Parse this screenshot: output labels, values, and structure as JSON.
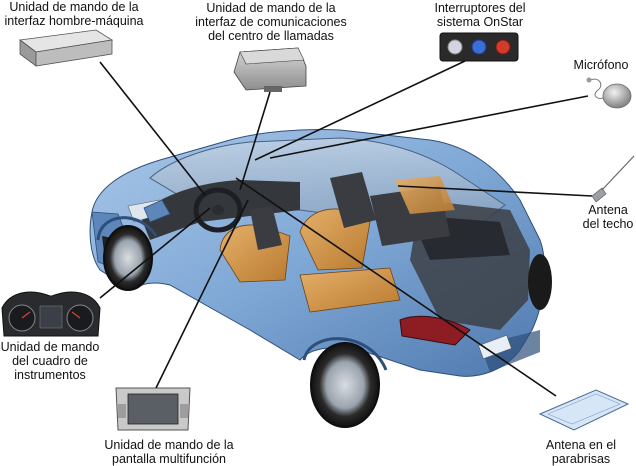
{
  "labels": {
    "hmi": [
      "Unidad de mando de la",
      "interfaz hombre-máquina"
    ],
    "call_center": [
      "Unidad de mando de la",
      "interfaz de comunicaciones",
      "del centro de llamadas"
    ],
    "onstar": [
      "Interruptores del",
      "sistema OnStar"
    ],
    "microphone": [
      "Micrófono"
    ],
    "roof_antenna": [
      "Antena",
      "del techo"
    ],
    "instrument_cluster": [
      "Unidad de mando",
      "del cuadro de",
      "instrumentos"
    ],
    "multifunction_display": [
      "Unidad de mando de la",
      "pantalla multifunción"
    ],
    "windshield_antenna": [
      "Antena en el",
      "parabrisas"
    ]
  },
  "colors": {
    "car_body": "#7fa8d6",
    "car_body_dark": "#4e78ad",
    "interior_seat": "#d69a4a",
    "leader_line": "#111111",
    "onstar_panel": "#2a2a2a",
    "onstar_button_left": "#cfd6df",
    "onstar_button_mid": "#3b6fd6",
    "onstar_button_right": "#d23a2a"
  },
  "icons": {
    "hmi_module": "box-module-icon",
    "call_center_module": "telematics-module-icon",
    "onstar_switches": "onstar-buttons-icon",
    "microphone": "microphone-icon",
    "roof_antenna": "antenna-icon",
    "instrument_cluster": "instrument-cluster-icon",
    "multifunction_display": "display-screen-icon",
    "windshield_antenna": "windshield-antenna-icon"
  }
}
